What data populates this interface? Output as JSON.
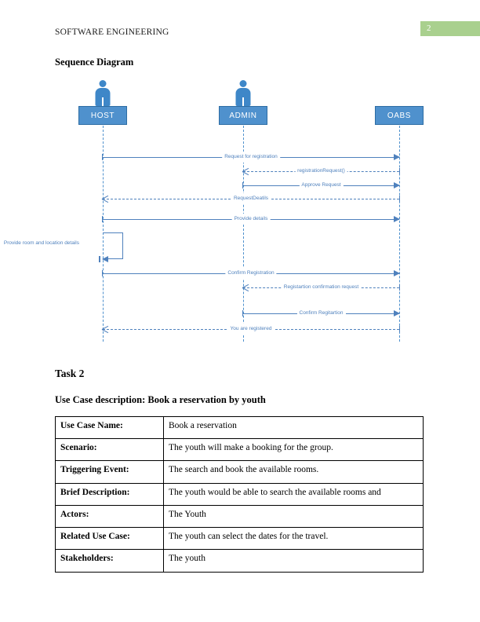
{
  "header": {
    "running_head": "SOFTWARE ENGINEERING",
    "page_number": "2",
    "badge_color": "#A9D08E"
  },
  "sections": {
    "sequence_diagram_title": "Sequence Diagram",
    "task2_title": "Task 2",
    "usecase_title": "Use Case description: Book a reservation by youth"
  },
  "diagram": {
    "type": "sequence-diagram",
    "accent_color": "#4F81BD",
    "lifeline_box_color": "#4F91CD",
    "actors": [
      {
        "name": "HOST",
        "has_figure": true
      },
      {
        "name": "ADMIN",
        "has_figure": true
      },
      {
        "name": "OABS",
        "has_figure": false
      }
    ],
    "messages": [
      {
        "label": "Request for registration",
        "from": "HOST",
        "to": "OABS",
        "direction": "right",
        "style": "solid"
      },
      {
        "label": "registrationRequest()",
        "from": "OABS",
        "to": "ADMIN",
        "direction": "left",
        "style": "dashed"
      },
      {
        "label": "Approve Request",
        "from": "ADMIN",
        "to": "OABS",
        "direction": "right",
        "style": "solid"
      },
      {
        "label": "RequestDeatils",
        "from": "OABS",
        "to": "HOST",
        "direction": "left",
        "style": "dashed"
      },
      {
        "label": "Provide details",
        "from": "HOST",
        "to": "OABS",
        "direction": "right",
        "style": "solid"
      },
      {
        "label": "Provide room and location details",
        "from": "HOST",
        "to": "HOST",
        "direction": "self",
        "style": "solid"
      },
      {
        "label": "Confirm Registration",
        "from": "HOST",
        "to": "OABS",
        "direction": "right",
        "style": "solid"
      },
      {
        "label": "Registartion confirmation request",
        "from": "OABS",
        "to": "ADMIN",
        "direction": "left",
        "style": "dashed"
      },
      {
        "label": "Confirm Regitartion",
        "from": "ADMIN",
        "to": "OABS",
        "direction": "right",
        "style": "solid"
      },
      {
        "label": "You are registered",
        "from": "OABS",
        "to": "HOST",
        "direction": "left",
        "style": "dashed"
      }
    ]
  },
  "usecase_table": {
    "rows": [
      {
        "label": "Use Case Name:",
        "value": "Book a reservation"
      },
      {
        "label": "Scenario:",
        "value": "The youth will make a booking for the group."
      },
      {
        "label": "Triggering Event:",
        "value": "The search and book the available rooms."
      },
      {
        "label": "Brief Description:",
        "value": "The youth would be able to search the available rooms and"
      },
      {
        "label": "Actors:",
        "value": "The Youth"
      },
      {
        "label": "Related Use Case:",
        "value": "The youth can select the dates for the travel."
      },
      {
        "label": "Stakeholders:",
        "value": "The youth"
      }
    ]
  }
}
